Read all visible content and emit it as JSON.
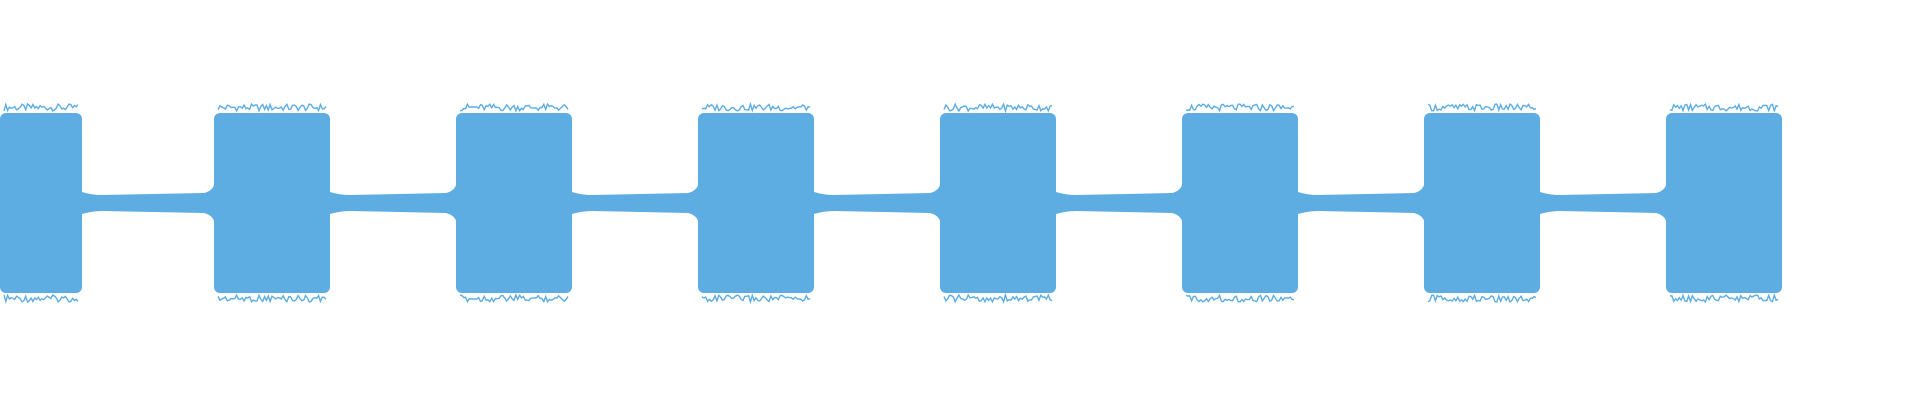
{
  "waveform": {
    "color": "#5dade2",
    "background": "#ffffff",
    "bursts": 8,
    "burst_amplitude": 0.92,
    "gap_amplitude": 0.07
  }
}
